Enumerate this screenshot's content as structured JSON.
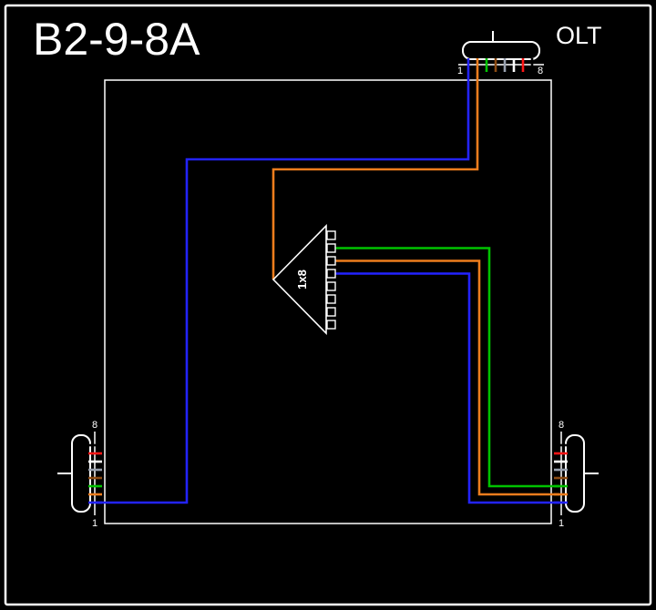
{
  "title": "B2-9-8A",
  "labels": {
    "olt": "OLT",
    "splitter": "1x8"
  },
  "connectors": {
    "olt": {
      "first_pos": "1",
      "last_pos": "8"
    },
    "left": {
      "top_pos": "8",
      "bottom_pos": "1"
    },
    "right": {
      "top_pos": "8",
      "bottom_pos": "1"
    }
  },
  "colors": {
    "background": "#000000",
    "outline": "#ffffff",
    "wire_blue": "#2323ff",
    "wire_orange": "#ed7d1d",
    "wire_green": "#00c300"
  },
  "fiber_colors": [
    "#2323ff",
    "#ed7d1d",
    "#00c300",
    "#8b4a12",
    "#98a0ae",
    "#ffffff",
    "#ff1515",
    "#000000"
  ],
  "wires": [
    {
      "name": "feeder-blue",
      "from": "olt-pos-1",
      "to": "left-terminal-pos-1",
      "color": "blue"
    },
    {
      "name": "feeder-orange",
      "from": "olt-pos-2",
      "to": "splitter-input",
      "color": "orange"
    },
    {
      "name": "splitter-out-green",
      "from": "splitter-output",
      "to": "right-terminal-pos-3",
      "color": "green"
    },
    {
      "name": "splitter-out-orange",
      "from": "splitter-output",
      "to": "right-terminal-pos-2",
      "color": "orange"
    },
    {
      "name": "splitter-out-blue",
      "from": "splitter-output",
      "to": "right-terminal-pos-1",
      "color": "blue"
    }
  ]
}
